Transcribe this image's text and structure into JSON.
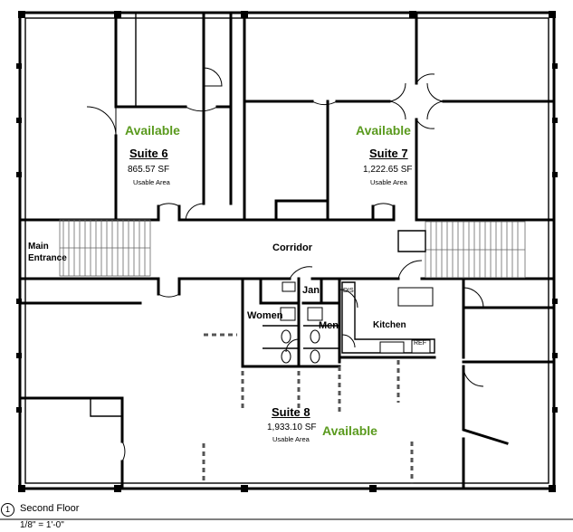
{
  "suites": [
    {
      "id": "suite-6",
      "status": "Available",
      "name": "Suite 6",
      "area": "865.57 SF",
      "area_label": "Usable Area"
    },
    {
      "id": "suite-7",
      "status": "Available",
      "name": "Suite 7",
      "area": "1,222.65 SF",
      "area_label": "Usable Area"
    },
    {
      "id": "suite-8",
      "status": "Available",
      "name": "Suite 8",
      "area": "1,933.10 SF",
      "area_label": "Usable Area"
    }
  ],
  "rooms": {
    "corridor": "Corridor",
    "main_entrance": "Main\nEntrance",
    "jan": "Jan",
    "women": "Women",
    "men": "Men",
    "kitchen": "Kitchen",
    "ref": "REF",
    "dis": "DIS"
  },
  "title_block": {
    "number": "1",
    "title": "Second Floor",
    "scale": "1/8\" = 1'-0\""
  },
  "colors": {
    "available": "#5a9a1e",
    "walls": "#000000"
  }
}
